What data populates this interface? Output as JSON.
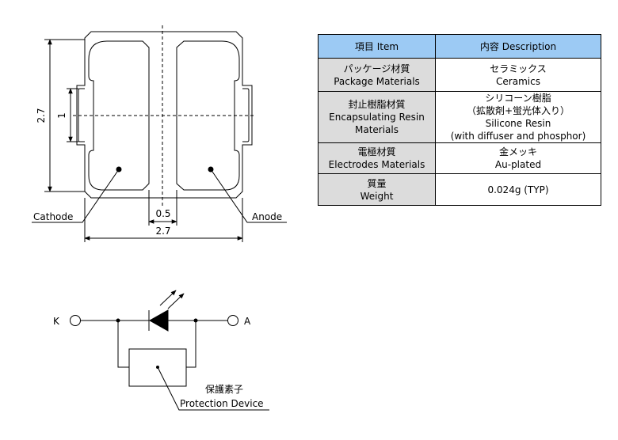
{
  "package_drawing": {
    "dim_height": "2.7",
    "dim_pad_height": "1",
    "dim_gap": "0.5",
    "dim_width": "2.7",
    "label_cathode": "Cathode",
    "label_anode": "Anode"
  },
  "spec_table": {
    "header": {
      "item": "項目 Item",
      "description": "内容 Description"
    },
    "rows": [
      {
        "item": [
          "パッケージ材質",
          "Package Materials"
        ],
        "description": [
          "セラミックス",
          "Ceramics"
        ]
      },
      {
        "item": [
          "封止樹脂材質",
          "Encapsulating Resin",
          "Materials"
        ],
        "description": [
          "シリコーン樹脂",
          "（拡散剤+蛍光体入り）",
          "Silicone Resin",
          "(with diffuser and phosphor)"
        ]
      },
      {
        "item": [
          "電極材質",
          "Electrodes Materials"
        ],
        "description": [
          "金メッキ",
          "Au-plated"
        ]
      },
      {
        "item": [
          "質量",
          "Weight"
        ],
        "description": [
          "0.024g (TYP)"
        ]
      }
    ]
  },
  "schematic": {
    "terminal_k": "K",
    "terminal_a": "A",
    "protection_label_jp": "保護素子",
    "protection_label_en": "Protection Device"
  }
}
